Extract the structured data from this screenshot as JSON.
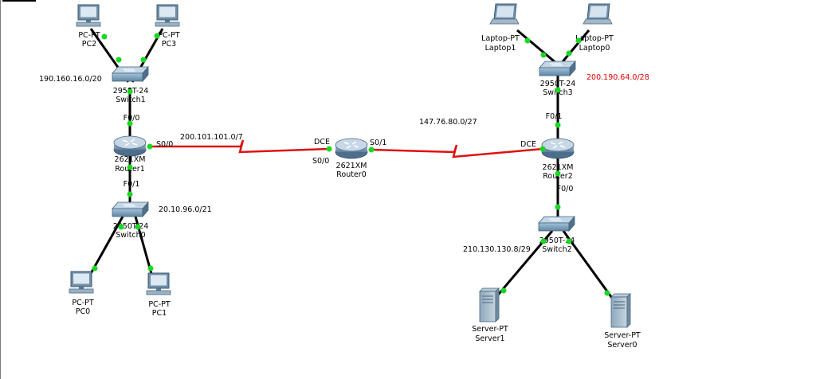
{
  "devices": {
    "pc2": {
      "model": "PC-PT",
      "name": "PC2"
    },
    "pc3": {
      "model": "PC-PT",
      "name": "PC3"
    },
    "switch1": {
      "model": "2950T-24",
      "name": "Switch1"
    },
    "router1": {
      "model": "2621XM",
      "name": "Router1"
    },
    "switch0": {
      "model": "2950T-24",
      "name": "Switch0"
    },
    "pc0": {
      "model": "PC-PT",
      "name": "PC0"
    },
    "pc1": {
      "model": "PC-PT",
      "name": "PC1"
    },
    "router0": {
      "model": "2621XM",
      "name": "Router0"
    },
    "laptop1": {
      "model": "Laptop-PT",
      "name": "Laptop1"
    },
    "laptop0": {
      "model": "Laptop-PT",
      "name": "Laptop0"
    },
    "switch3": {
      "model": "2950T-24",
      "name": "Switch3"
    },
    "router2": {
      "model": "2621XM",
      "name": "Router2"
    },
    "switch2": {
      "model": "2950T-24",
      "name": "Switch2"
    },
    "server1": {
      "model": "Server-PT",
      "name": "Server1"
    },
    "server0": {
      "model": "Server-PT",
      "name": "Server0"
    }
  },
  "ports": {
    "r1_f00": "F0/0",
    "r1_s00": "S0/0",
    "r1_f01": "F0/1",
    "r0_dce": "DCE",
    "r0_s00": "S0/0",
    "r0_s01": "S0/1",
    "r2_dce": "DCE",
    "r2_f01": "F0/1",
    "r2_f00": "F0/0"
  },
  "networks": {
    "net_switch1": "190.160.16.0/20",
    "net_r1_r0": "200.101.101.0/7",
    "net_switch0": "20.10.96.0/21",
    "net_r0_r2": "147.76.80.0/27",
    "net_switch3": "200.190.64.0/28",
    "net_switch2": "210.130.130.8/29"
  },
  "colors": {
    "cable": "#000000",
    "serial_link": "#e01010",
    "link_light": "#18d820",
    "highlight_text": "#e00000"
  }
}
